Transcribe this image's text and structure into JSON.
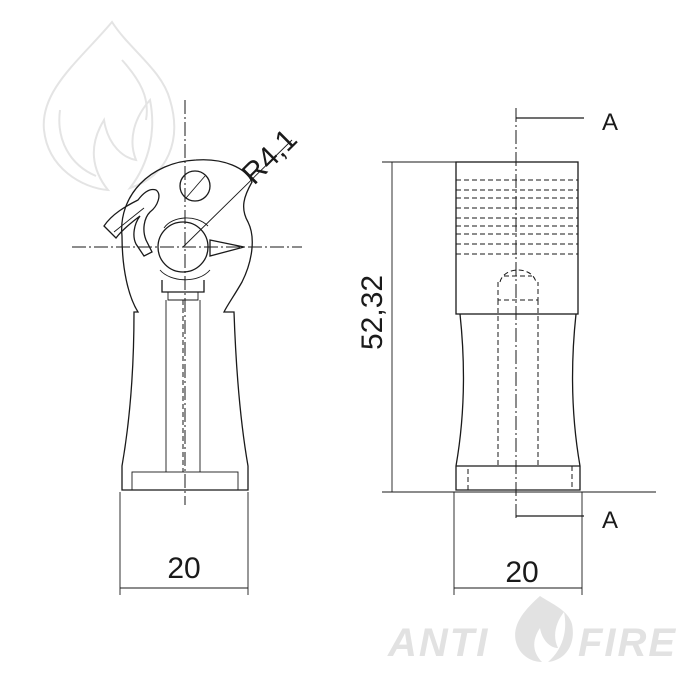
{
  "dimensions": {
    "radius_label": "R4,1",
    "left_width_label": "20",
    "height_label": "52,32",
    "right_width_label": "20"
  },
  "section": {
    "top_label": "A",
    "bottom_label": "A"
  },
  "watermark": {
    "brand_left": "ANTI",
    "brand_right": "FIRE",
    "color": "#e2e2e2"
  }
}
